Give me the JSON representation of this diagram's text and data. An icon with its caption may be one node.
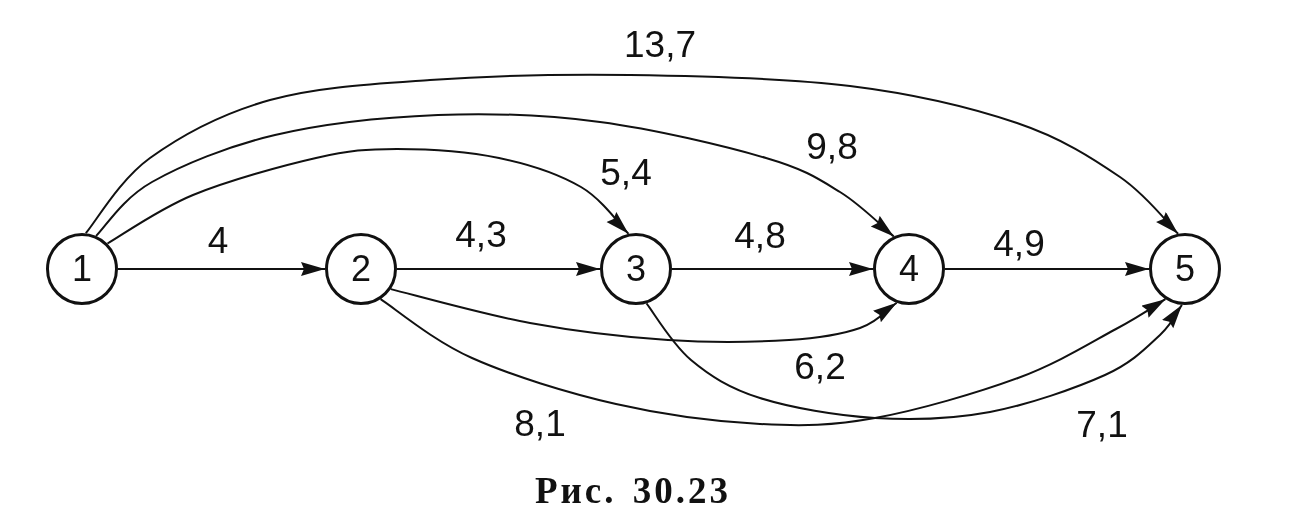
{
  "diagram": {
    "caption": "Рис. 30.23",
    "nodes": [
      {
        "text": [
          "1"
        ]
      },
      {
        "text": [
          "2"
        ]
      },
      {
        "text": [
          "3"
        ]
      },
      {
        "text": [
          "4"
        ]
      },
      {
        "text": [
          "5"
        ]
      }
    ],
    "edges": [
      {
        "from": 0,
        "to": 1,
        "arrow": "to",
        "label": "4"
      },
      {
        "from": 1,
        "to": 2,
        "arrow": "to",
        "label": "4,3"
      },
      {
        "from": 2,
        "to": 3,
        "arrow": "to",
        "label": "4,8"
      },
      {
        "from": 3,
        "to": 4,
        "arrow": "to",
        "label": "4,9"
      },
      {
        "from": 0,
        "to": 2,
        "arrow": "to",
        "label": "5,4"
      },
      {
        "from": 0,
        "to": 3,
        "arrow": "to",
        "label": "9,8"
      },
      {
        "from": 0,
        "to": 4,
        "arrow": "to",
        "label": "13,7"
      },
      {
        "from": 1,
        "to": 3,
        "arrow": "to",
        "label": "6,2"
      },
      {
        "from": 1,
        "to": 4,
        "arrow": "to",
        "label": "8,1"
      },
      {
        "from": 2,
        "to": 4,
        "arrow": "to",
        "label": "7,1"
      }
    ]
  }
}
